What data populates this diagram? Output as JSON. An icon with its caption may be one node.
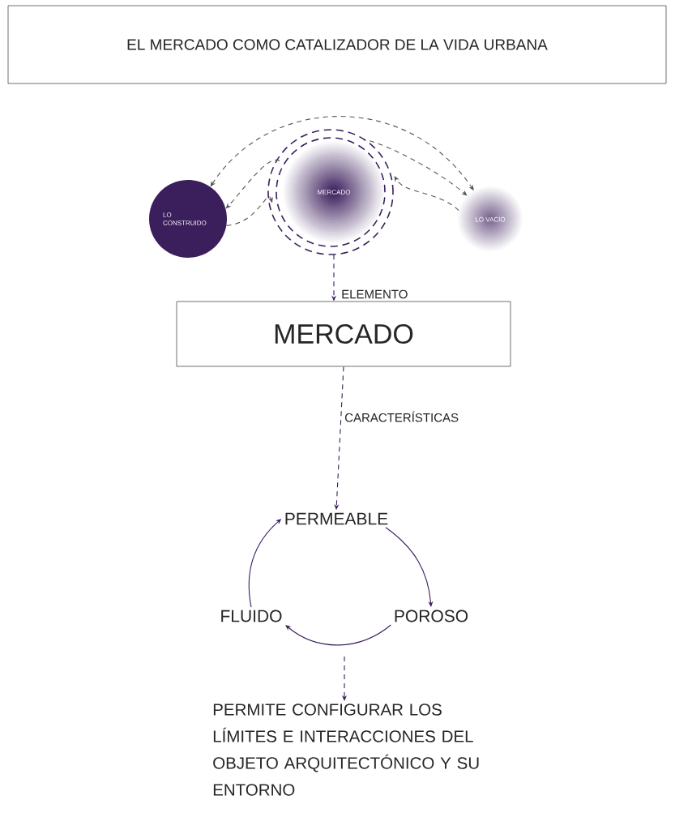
{
  "diagram": {
    "nodes": [
      {
        "text": [
          "EL MERCADO COMO CATALIZADOR DE LA VIDA URBANA"
        ]
      },
      {
        "text": [
          "LO CONSTRUIDO"
        ]
      },
      {
        "text": [
          "MERCADO"
        ]
      },
      {
        "text": [
          "LO VACÍO"
        ]
      },
      {
        "text": [
          "MERCADO"
        ]
      },
      {
        "text": [
          "PERMEABLE"
        ]
      },
      {
        "text": [
          "POROSO"
        ]
      },
      {
        "text": [
          "FLUIDO"
        ]
      },
      {
        "text": [
          "PERMITE CONFIGURAR LOS LÍMITES E INTERACCIONES DEL OBJETO ARQUITECTÓNICO Y SU ENTORNO"
        ]
      }
    ],
    "edges": [
      {
        "from": 1,
        "to": 3,
        "arrow": "both",
        "style": "dashed",
        "color": "#555555"
      },
      {
        "from": 2,
        "to": 1,
        "arrow": "to",
        "style": "dashed",
        "color": "#555555"
      },
      {
        "from": 1,
        "to": 2,
        "arrow": "to",
        "style": "dashed",
        "color": "#555555"
      },
      {
        "from": 2,
        "to": 3,
        "arrow": "to",
        "style": "dashed",
        "color": "#555555"
      },
      {
        "from": 3,
        "to": 2,
        "arrow": "to",
        "style": "dashed",
        "color": "#555555"
      },
      {
        "from": 2,
        "to": 4,
        "arrow": "to",
        "style": "dashed",
        "label": "ELEMENTO"
      },
      {
        "from": 4,
        "to": 5,
        "arrow": "to",
        "style": "dashed",
        "label": "CARACTERÍSTICAS"
      },
      {
        "from": 5,
        "to": 6,
        "arrow": "to"
      },
      {
        "from": 6,
        "to": 7,
        "arrow": "to"
      },
      {
        "from": 7,
        "to": 5,
        "arrow": "to"
      },
      {
        "from": null,
        "to": 8,
        "arrow": "to",
        "style": "dashed"
      }
    ]
  }
}
